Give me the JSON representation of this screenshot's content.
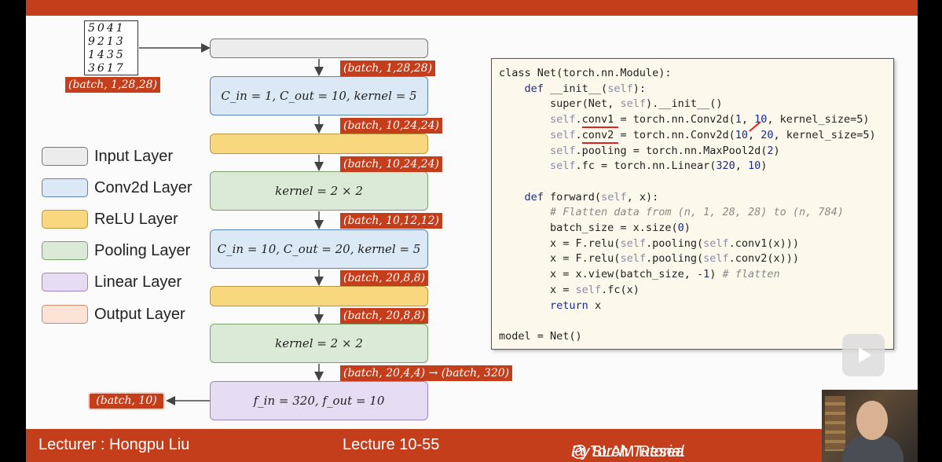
{
  "footer": {
    "lecturer": "Lecturer : Hongpu Liu",
    "lecture": "Lecture 10-55",
    "course_italic": "PyTorch Tutorial",
    "course_rest": " @ SLAM Resea"
  },
  "mnist_digits": [
    "5041",
    "9213",
    "1435",
    "3617"
  ],
  "input_shape_label": "(batch, 1,28,28)",
  "layers": {
    "conv1": "C_in = 1, C_out = 10, kernel = 5",
    "pool1": "kernel = 2 × 2",
    "conv2": "C_in = 10, C_out = 20, kernel = 5",
    "pool2": "kernel = 2 × 2",
    "linear": "f_in = 320, f_out = 10"
  },
  "shape_tags": [
    "(batch, 1,28,28)",
    "(batch, 10,24,24)",
    "(batch, 10,24,24)",
    "(batch, 10,12,12)",
    "(batch, 20,8,8)",
    "(batch, 20,8,8)",
    "(batch, 20,4,4) → (batch, 320)"
  ],
  "output_label": "(batch, 10)",
  "legend": [
    {
      "label": "Input Layer",
      "color": "#ececec"
    },
    {
      "label": "Conv2d Layer",
      "color": "#dbe8f5"
    },
    {
      "label": "ReLU Layer",
      "color": "#f9d77f"
    },
    {
      "label": "Pooling Layer",
      "color": "#dbead6"
    },
    {
      "label": "Linear Layer",
      "color": "#e6dcf3"
    },
    {
      "label": "Output Layer",
      "color": "#fbe3d6"
    }
  ],
  "code_lines": [
    "class Net(torch.nn.Module):",
    "    def __init__(self):",
    "        super(Net, self).__init__()",
    "        self.conv1 = torch.nn.Conv2d(1, 10, kernel_size=5)",
    "        self.conv2 = torch.nn.Conv2d(10, 20, kernel_size=5)",
    "        self.pooling = torch.nn.MaxPool2d(2)",
    "        self.fc = torch.nn.Linear(320, 10)",
    "",
    "    def forward(self, x):",
    "        # Flatten data from (n, 1, 28, 28) to (n, 784)",
    "        batch_size = x.size(0)",
    "        x = F.relu(self.pooling(self.conv1(x)))",
    "        x = F.relu(self.pooling(self.conv2(x)))",
    "        x = x.view(batch_size, -1) # flatten",
    "        x = self.fc(x)",
    "        return x",
    "",
    "model = Net()"
  ],
  "colors": {
    "accent_red": "#c43e1c",
    "code_bg": "#fcf9ec"
  }
}
